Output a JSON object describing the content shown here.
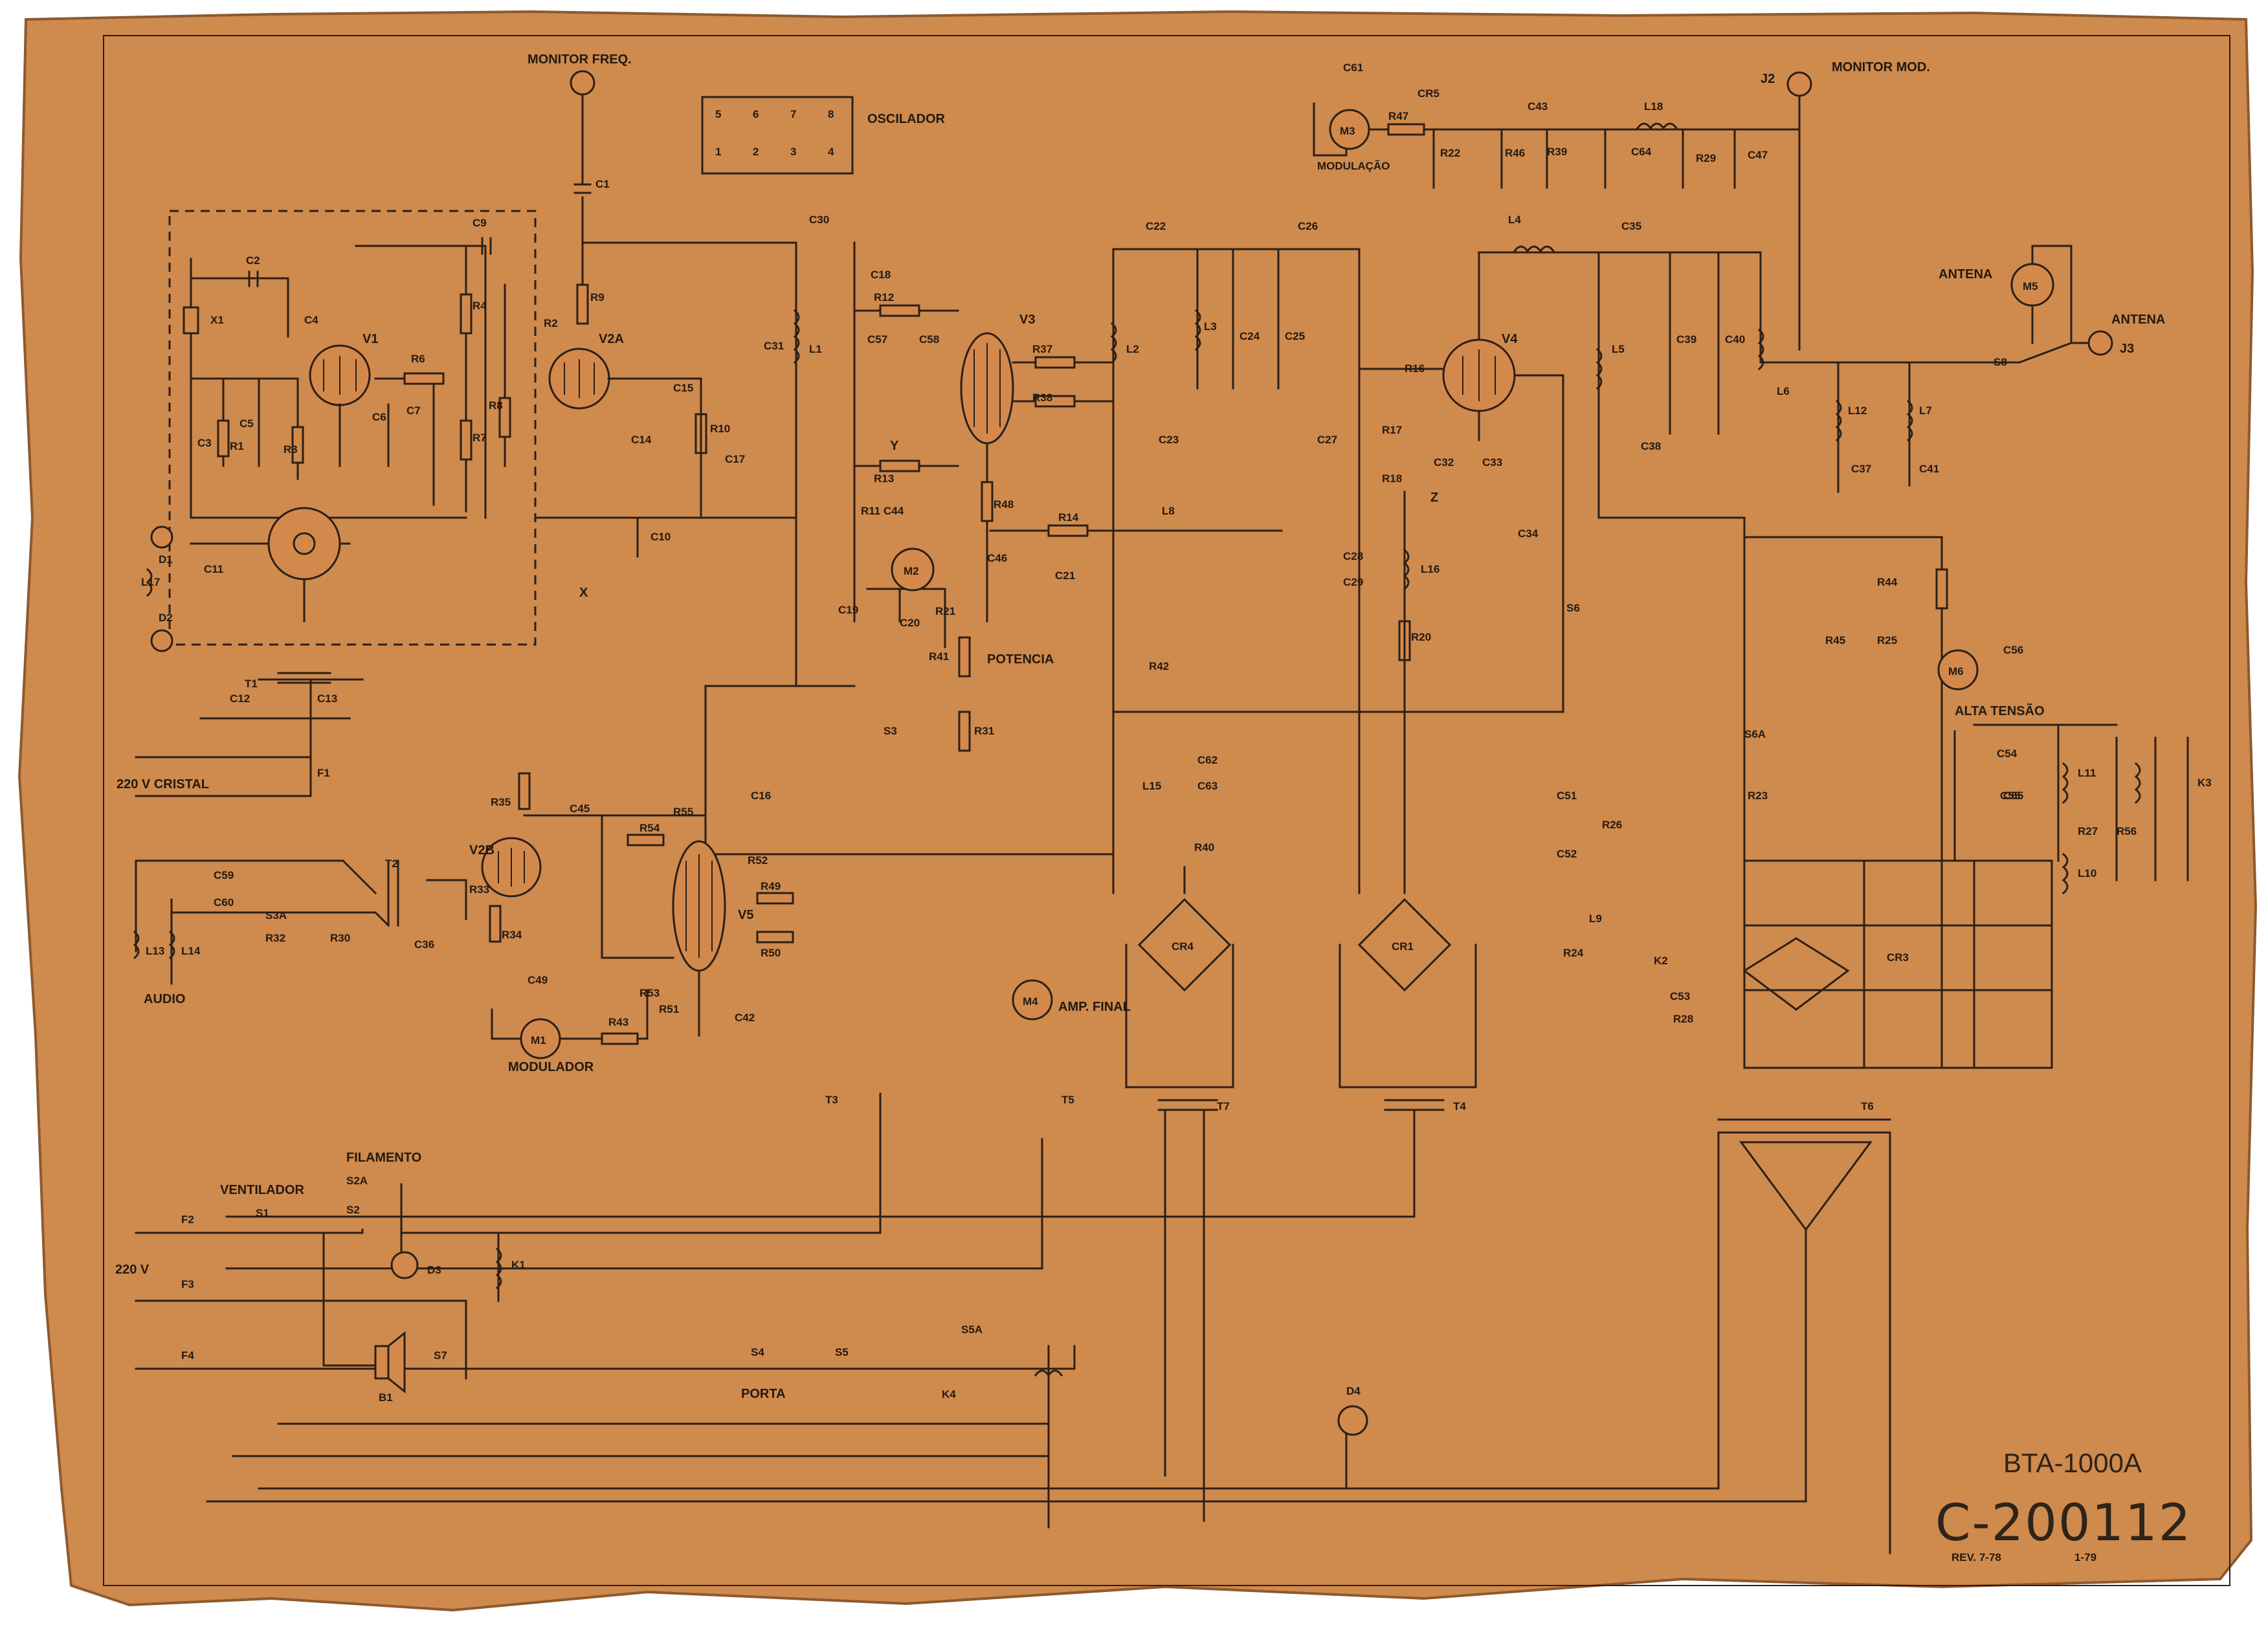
{
  "drawing": {
    "model": "BTA-1000A",
    "number": "C-200112",
    "revision": "REV. 7-78",
    "revision_date": "1-79"
  },
  "blocks": {
    "oscilador": "OSCILADOR",
    "osc_pins_top": [
      "5",
      "6",
      "7",
      "8"
    ],
    "osc_pins_bottom": [
      "1",
      "2",
      "3",
      "4"
    ]
  },
  "connectors": {
    "monitor_freq": "MONITOR FREQ.",
    "monitor_mod": "MONITOR MOD.",
    "j2": "J2",
    "antena_label": "ANTENA",
    "antena_meter": "ANTENA",
    "j3": "J3",
    "input_220v_cristal": "220 V CRISTAL",
    "input_220v": "220 V",
    "audio": "AUDIO"
  },
  "meters": {
    "m1": "M1",
    "m1_label": "MODULADOR",
    "m2": "M2",
    "potencia": "POTENCIA",
    "m3": "M3",
    "m3_label": "MODULAÇÃO",
    "m4": "M4",
    "m4_label": "AMP. FINAL",
    "m5": "M5",
    "m6": "M6",
    "m6_label": "ALTA TENSÃO"
  },
  "tubes": [
    "V1",
    "V2A",
    "V2B",
    "V3",
    "V4",
    "V5"
  ],
  "control_labels": {
    "ventilador": "VENTILADOR",
    "filamento": "FILAMENTO",
    "porta": "PORTA"
  },
  "components": [
    "C1",
    "C2",
    "C3",
    "C4",
    "C5",
    "C6",
    "C7",
    "C9",
    "C10",
    "C11",
    "C12",
    "C13",
    "C14",
    "C15",
    "C16",
    "C17",
    "C18",
    "C19",
    "C20",
    "C21",
    "C22",
    "C23",
    "C24",
    "C25",
    "C26",
    "C27",
    "C28",
    "C29",
    "C30",
    "C31",
    "C32",
    "C33",
    "C34",
    "C35",
    "C36",
    "C37",
    "C38",
    "C39",
    "C40",
    "C41",
    "C42",
    "C43",
    "C44",
    "C45",
    "C46",
    "C47",
    "C49",
    "C51",
    "C52",
    "C53",
    "C54",
    "C55",
    "C56",
    "C57",
    "C58",
    "C59",
    "C60",
    "C61",
    "C62",
    "C63",
    "C64",
    "C65",
    "R1",
    "R2",
    "R3",
    "R4",
    "R6",
    "R7",
    "R8",
    "R9",
    "R10",
    "R11",
    "R12",
    "R13",
    "R14",
    "R16",
    "R17",
    "R18",
    "R20",
    "R21",
    "R22",
    "R23",
    "R24",
    "R25",
    "R26",
    "R27",
    "R28",
    "R29",
    "R30",
    "R31",
    "R32",
    "R33",
    "R34",
    "R35",
    "R37",
    "R38",
    "R39",
    "R40",
    "R41",
    "R42",
    "R43",
    "R44",
    "R45",
    "R46",
    "R47",
    "R48",
    "R49",
    "R50",
    "R51",
    "R52",
    "R53",
    "R54",
    "R55",
    "R56",
    "L1",
    "L2",
    "L3",
    "L4",
    "L5",
    "L6",
    "L7",
    "L8",
    "L9",
    "L10",
    "L11",
    "L12",
    "L13",
    "L14",
    "L15",
    "L16",
    "L17",
    "L18",
    "T1",
    "T2",
    "T3",
    "T4",
    "T5",
    "T6",
    "T7",
    "CR1",
    "CR3",
    "CR4",
    "CR5",
    "D1",
    "D2",
    "D3",
    "D4",
    "K1",
    "K2",
    "K3",
    "K4",
    "S1",
    "S2",
    "S2A",
    "S3",
    "S3A",
    "S4",
    "S5",
    "S5A",
    "S6",
    "S6A",
    "S7",
    "S8",
    "F1",
    "F2",
    "F3",
    "F4",
    "X1",
    "B1"
  ],
  "net_letters": [
    "X",
    "Y",
    "Z"
  ]
}
